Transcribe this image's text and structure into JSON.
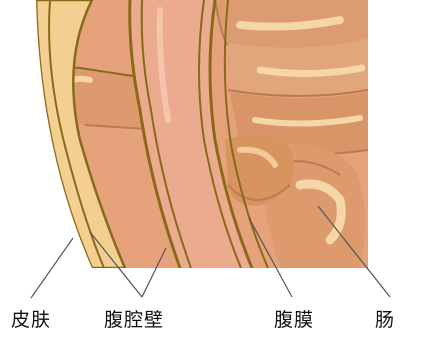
{
  "labels": {
    "skin": "皮肤",
    "abdominal_wall": "腹腔壁",
    "peritoneum": "腹膜",
    "intestine": "肠"
  },
  "colors": {
    "skin_layer": "#f3cf92",
    "wall_tube": "#ecab8f",
    "cavity": "#e7a57e",
    "intestine_loop": "#dd9d72",
    "intestine_highlight": "#f5d6a6",
    "outline": "#8a6a1a",
    "shadow": "#c5825e",
    "leader_line": "#555555"
  },
  "icons": [
    "diagram-skin",
    "diagram-abdominal-wall",
    "diagram-peritoneum",
    "diagram-intestine"
  ]
}
